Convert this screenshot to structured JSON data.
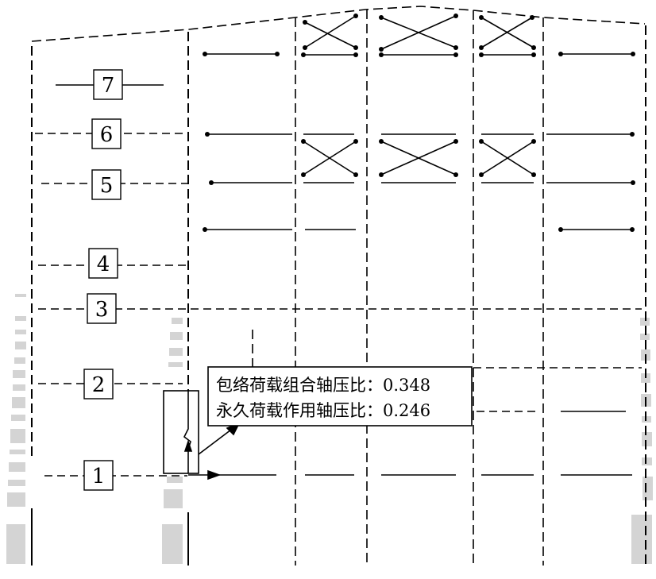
{
  "levels": [
    "1",
    "2",
    "3",
    "4",
    "5",
    "6",
    "7"
  ],
  "annotation": {
    "line1": "包络荷载组合轴压比：0.348",
    "line2": "永久荷载作用轴压比：0.246"
  },
  "colors": {
    "line": "#000000",
    "ground_shade": "#d4d4d4",
    "background": "#ffffff"
  }
}
